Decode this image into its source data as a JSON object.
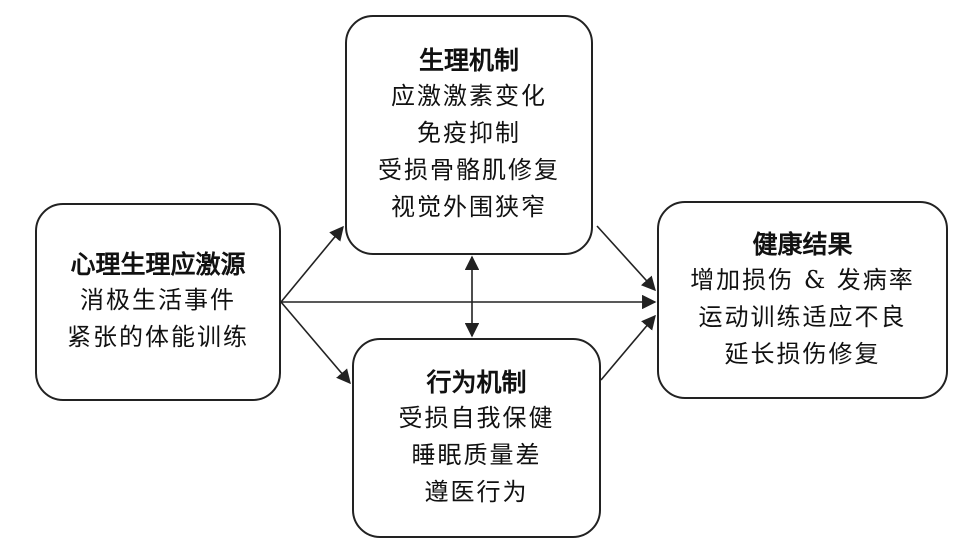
{
  "diagram": {
    "nodes": {
      "source": {
        "title": "心理生理应激源",
        "lines": [
          "消极生活事件",
          "紧张的体能训练"
        ]
      },
      "physiological": {
        "title": "生理机制",
        "lines": [
          "应激激素变化",
          "免疫抑制",
          "受损骨骼肌修复",
          "视觉外围狭窄"
        ]
      },
      "behavioral": {
        "title": "行为机制",
        "lines": [
          "受损自我保健",
          "睡眠质量差",
          "遵医行为"
        ]
      },
      "outcome": {
        "title": "健康结果",
        "lines": [
          "增加损伤 & 发病率",
          "运动训练适应不良",
          "延长损伤修复"
        ]
      }
    },
    "edges": [
      {
        "from": "心理生理应激源",
        "to": "生理机制",
        "direction": "forward"
      },
      {
        "from": "心理生理应激源",
        "to": "行为机制",
        "direction": "forward"
      },
      {
        "from": "心理生理应激源",
        "to": "健康结果",
        "direction": "forward"
      },
      {
        "from": "生理机制",
        "to": "健康结果",
        "direction": "forward"
      },
      {
        "from": "行为机制",
        "to": "健康结果",
        "direction": "forward"
      },
      {
        "from": "生理机制",
        "to": "行为机制",
        "direction": "bidirectional"
      }
    ],
    "colors": {
      "stroke": "#222222",
      "text": "#111111",
      "background": "#ffffff"
    }
  }
}
